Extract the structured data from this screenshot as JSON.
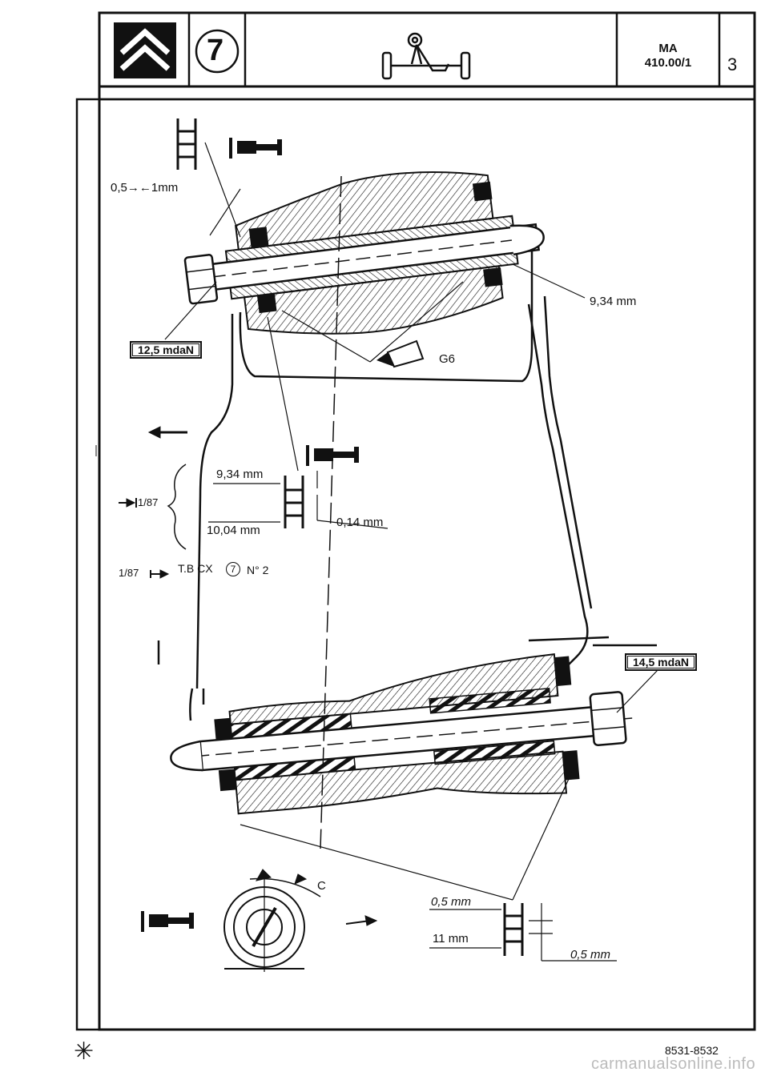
{
  "header": {
    "code_line1": "MA",
    "code_line2": "410.00/1",
    "page_number": "3",
    "group_number": "7",
    "icons": [
      "citroen-logo-icon",
      "axle-assembly-icon"
    ]
  },
  "labels": {
    "shim_top": "0,5→←1mm",
    "dim_934_right": "9,34 mm",
    "torque_top": "12,5 mdaN",
    "grease": "G6",
    "dim_934_mid": "9,34 mm",
    "dim_1004": "10,04 mm",
    "dim_014": "0,14 mm",
    "date_before": "1/87",
    "date_after": "1/87",
    "bulletin_ref": "T.B CX",
    "bulletin_group": "7",
    "bulletin_no": "N° 2",
    "torque_bottom": "14,5 mdaN",
    "letter_c": "C",
    "dim_05_a": "0,5 mm",
    "dim_11": "11 mm",
    "dim_05_b": "0,5 mm"
  },
  "footer": {
    "star": "✳",
    "ref": "8531-8532",
    "watermark": "carmanualsonline.info"
  }
}
